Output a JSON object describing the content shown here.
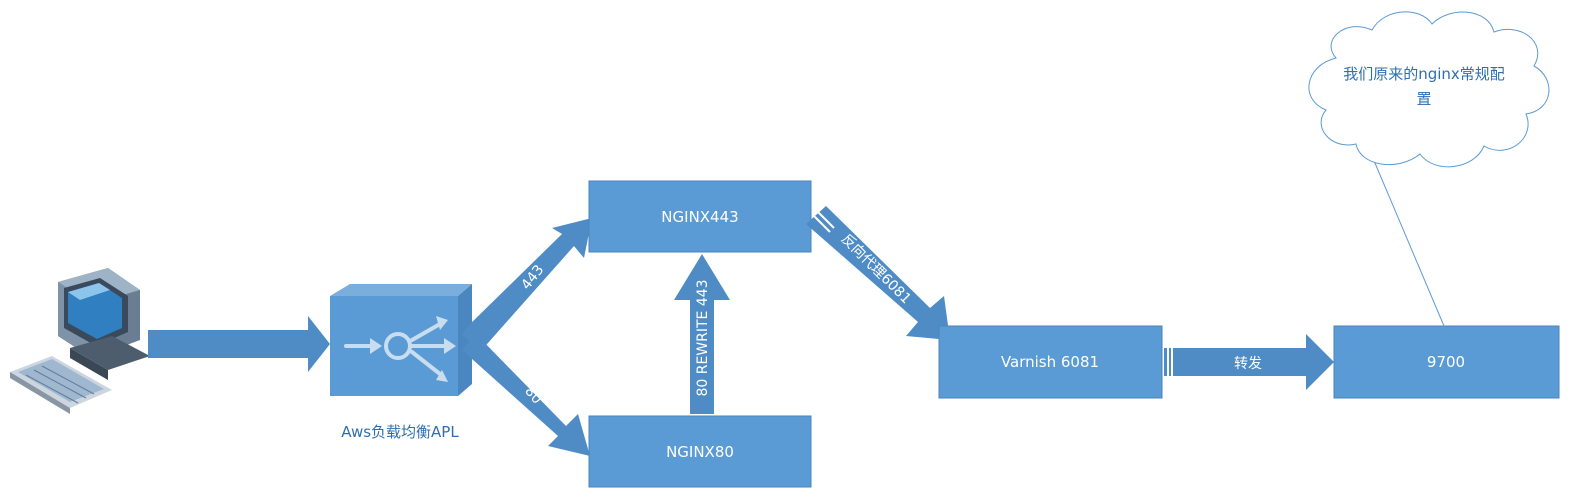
{
  "diagram": {
    "nodes": {
      "nginx443": "NGINX443",
      "nginx80": "NGINX80",
      "varnish": "Varnish 6081",
      "port9700": "9700",
      "load_balancer": "Aws负载均衡APL"
    },
    "edges": {
      "lb_to_443": "443",
      "lb_to_80": "80",
      "rewrite": "80 REWRITE 443",
      "reverse_proxy": "反向代理6081",
      "forward": "转发"
    },
    "callout": {
      "line1": "我们原来的nginx常规配",
      "line2": "置"
    },
    "icons": [
      "computer-icon",
      "load-balancer-icon"
    ],
    "colors": {
      "box_fill": "#5b9bd5",
      "box_border": "#4a86c0",
      "arrow_fill": "#4f8cc6",
      "cloud_stroke": "#5b9bd5",
      "label_text": "#2f6fb0"
    }
  }
}
